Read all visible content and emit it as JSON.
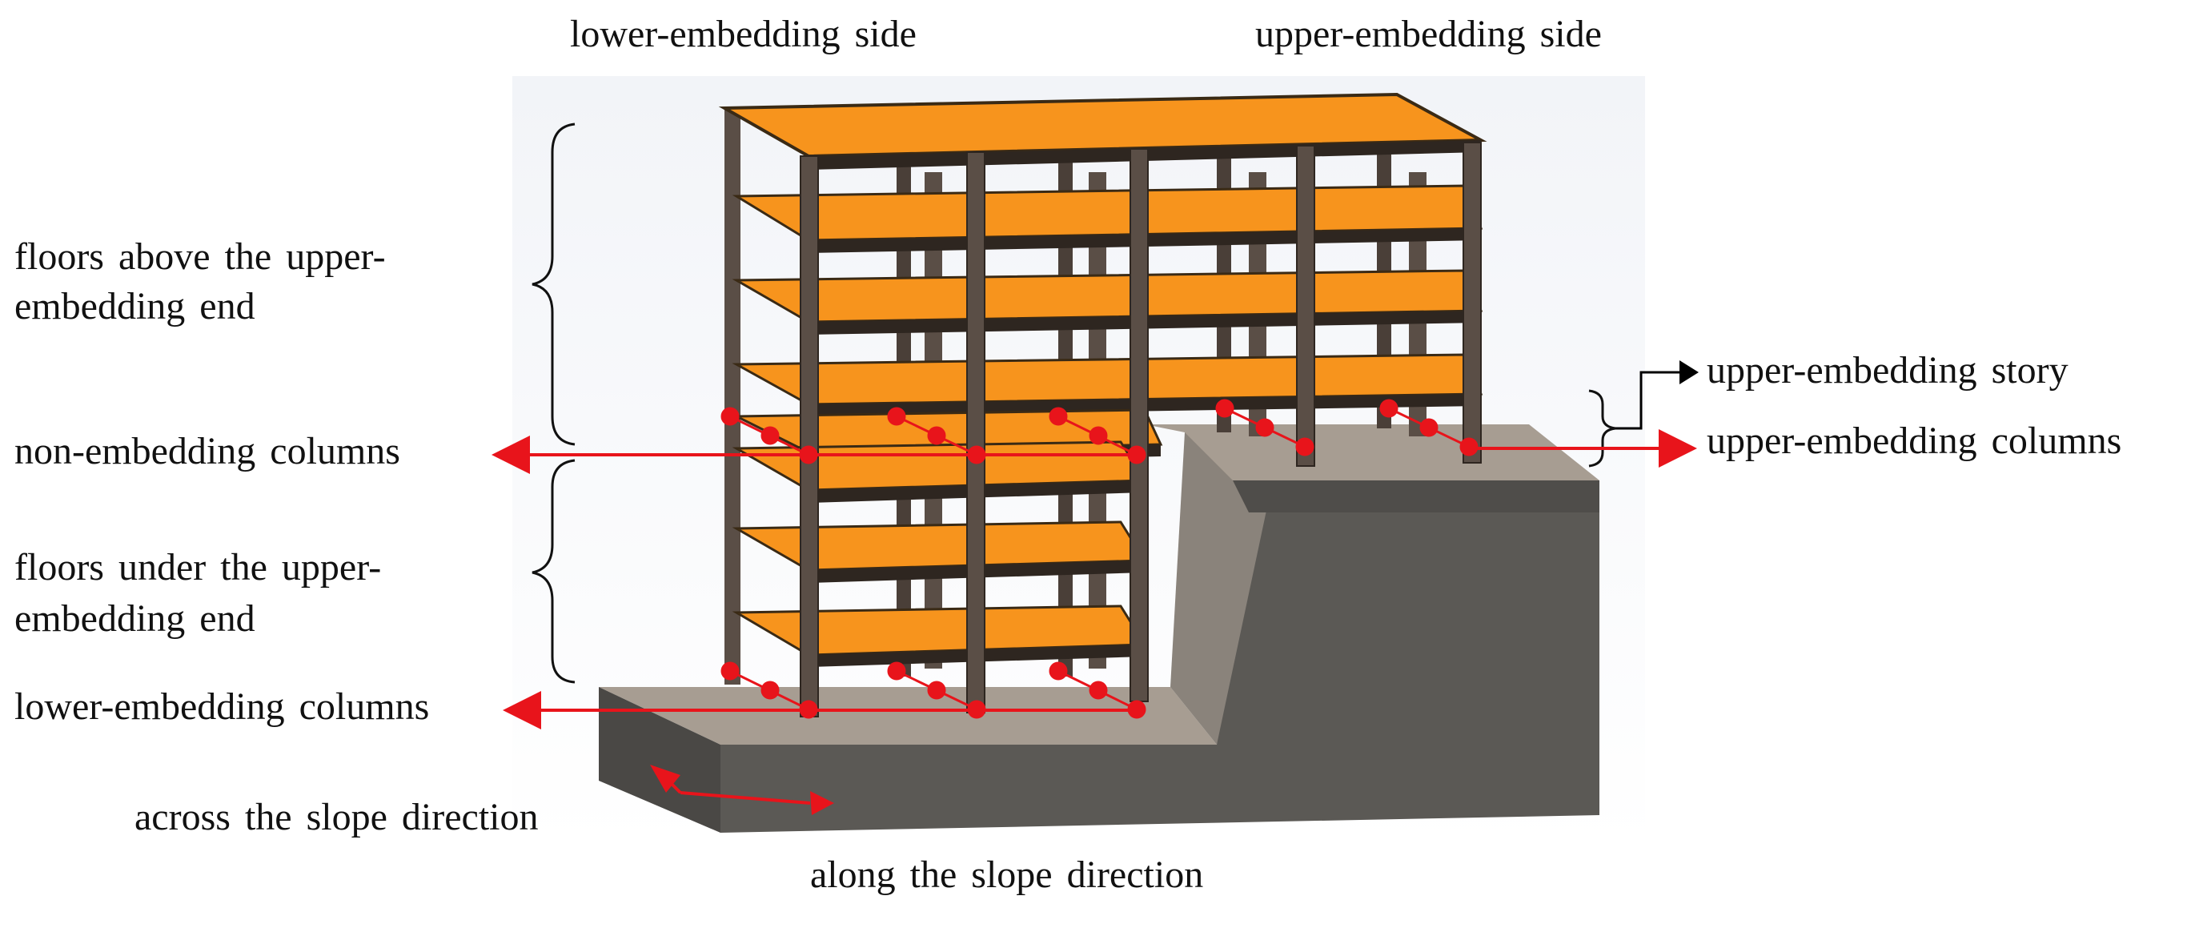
{
  "labels": {
    "lower_side": "lower-embedding side",
    "upper_side": "upper-embedding side",
    "floors_above_1": "floors above the upper-",
    "floors_above_2": "embedding end",
    "non_embedding_columns": "non-embedding columns",
    "floors_under_1": "floors under the upper-",
    "floors_under_2": "embedding end",
    "lower_embedding_columns": "lower-embedding columns",
    "upper_embedding_story": "upper-embedding story",
    "upper_embedding_columns": "upper-embedding columns",
    "across_slope": "across the slope direction",
    "along_slope": "along the slope direction"
  },
  "colors": {
    "slab": "#F7941D",
    "slab_edge": "#3a2a15",
    "frame": "#5a4e46",
    "frame_dark": "#2e2620",
    "ground_top": "#a79d92",
    "ground_front": "#5b5955",
    "ground_side": "#3f3d3a",
    "backdrop": "#dde2ea",
    "marker": "#e8141b",
    "arrow_black": "#000000"
  }
}
